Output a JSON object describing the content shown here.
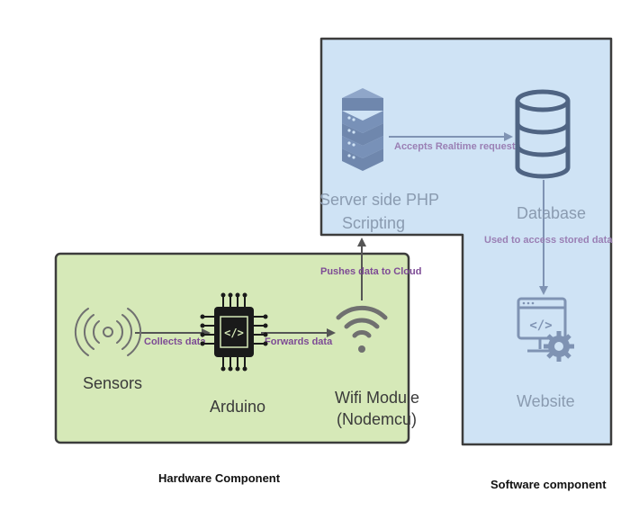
{
  "hardware": {
    "caption": "Hardware Component",
    "nodes": {
      "sensors": "Sensors",
      "arduino": "Arduino",
      "wifi_line1": "Wifi Module",
      "wifi_line2": "(Nodemcu)"
    },
    "edges": {
      "collects": "Collects data",
      "forwards": "Forwards data",
      "pushes": "Pushes data to Cloud"
    }
  },
  "software": {
    "caption": "Software component",
    "nodes": {
      "server_line1": "Server side PHP",
      "server_line2": "Scripting",
      "database": "Database",
      "website": "Website"
    },
    "edges": {
      "accepts": "Accepts Realtime requests",
      "used": "Used to access stored data"
    }
  },
  "colors": {
    "hardware_fill": "#d6e9b8",
    "software_fill": "#cfe3f5",
    "border": "#3c3c3c",
    "arrow": "#555555",
    "sw_icon": "#7f93b3",
    "edge_text": "#7d4b95"
  },
  "icons": [
    "sensor-icon",
    "chip-icon",
    "wifi-icon",
    "server-icon",
    "database-icon",
    "website-icon",
    "gear-icon"
  ]
}
